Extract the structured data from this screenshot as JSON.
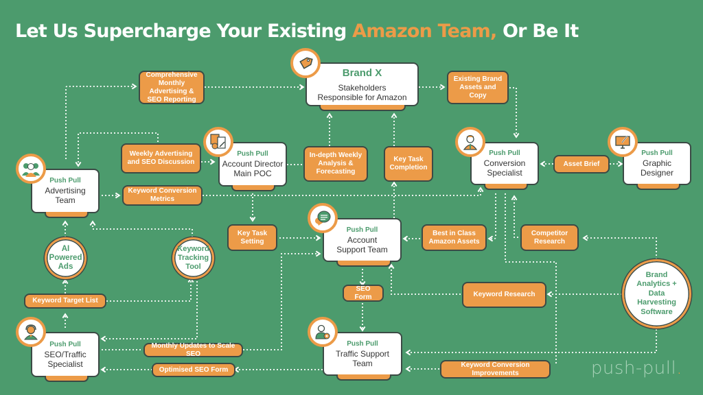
{
  "title": {
    "main": "Let Us Supercharge Your Existing",
    "accent": "Amazon Team,",
    "tail": "Or Be It"
  },
  "colors": {
    "background": "#4c9b6d",
    "accent": "#ec9b48",
    "outline": "#3b4a45",
    "brand_green": "#4c9b6d"
  },
  "cards": {
    "brand_x": {
      "heading": "Brand X",
      "line1": "Stakeholders",
      "line2": "Responsible for Amazon",
      "icon": "price-tag-icon"
    },
    "advertising_team": {
      "prefix": "Push Pull",
      "line1": "Advertising",
      "line2": "Team",
      "icon": "team-icon"
    },
    "account_director": {
      "prefix": "Push Pull",
      "line1": "Account Director",
      "line2": "Main POC",
      "icon": "calculator-document-icon"
    },
    "conversion_specialist": {
      "prefix": "Push Pull",
      "line1": "Conversion",
      "line2": "Specialist",
      "icon": "person-icon"
    },
    "graphic_designer": {
      "prefix": "Push Pull",
      "line1": "Graphic",
      "line2": "Designer",
      "icon": "monitor-brush-icon"
    },
    "account_support": {
      "prefix": "Push Pull",
      "line1": "Account",
      "line2": "Support Team",
      "icon": "chat-bubbles-icon"
    },
    "seo_specialist": {
      "prefix": "Push Pull",
      "line1": "SEO/Traffic",
      "line2": "Specialist",
      "icon": "headset-person-icon"
    },
    "traffic_support": {
      "prefix": "Push Pull",
      "line1": "Traffic Support",
      "line2": "Team",
      "icon": "user-gear-icon"
    }
  },
  "labels": {
    "monthly_reporting": "Comprehensive Monthly Advertising & SEO Reporting",
    "existing_assets": "Existing Brand Assets and Copy",
    "weekly_discussion": "Weekly Advertising and SEO Discussion",
    "keyword_conversion_metrics": "Keyword Conversion Metrics",
    "indepth_weekly": "In-depth Weekly Analysis & Forecasting",
    "key_task_completion": "Key Task Completion",
    "asset_brief": "Asset Brief",
    "key_task_setting": "Key Task Setting",
    "best_in_class": "Best in Class Amazon Assets",
    "competitor_research": "Competitor Research",
    "seo_form": "SEO Form",
    "keyword_research": "Keyword Research",
    "keyword_target_list": "Keyword Target List",
    "monthly_updates": "Monthly Updates to Scale SEO",
    "optimised_seo_form": "Optimised SEO Form",
    "keyword_conversion_improvements": "Keyword Conversion Improvements"
  },
  "circles": {
    "ai_ads": "AI Powered Ads",
    "keyword_tracking": "Keyword Tracking Tool",
    "brand_analytics": "Brand Analytics + Data Harvesting Software"
  },
  "logo": {
    "text": "push-pull",
    "dot": "."
  }
}
